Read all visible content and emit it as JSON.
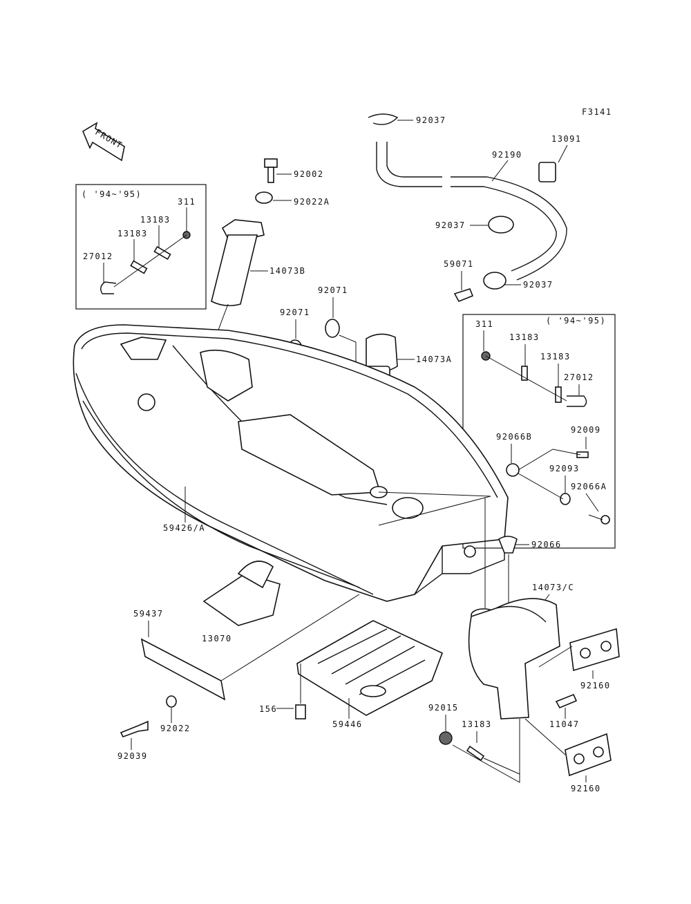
{
  "figure_code": "F3141",
  "front_label": "FRONT",
  "inset_left_years": "( '94~'95)",
  "inset_right_years": "( '94~'95)",
  "labels": {
    "p92037_top": "92037",
    "p92190": "92190",
    "p13091": "13091",
    "p92002": "92002",
    "p92022A": "92022A",
    "p92037_mid": "92037",
    "p92037_low": "92037",
    "p59071": "59071",
    "p311_left": "311",
    "p13183_left_a": "13183",
    "p13183_left_b": "13183",
    "p27012_left": "27012",
    "p14073B": "14073B",
    "p92071_a": "92071",
    "p92071_b": "92071",
    "p14073A": "14073A",
    "p311_right": "311",
    "p13183_right_a": "13183",
    "p13183_right_b": "13183",
    "p27012_right": "27012",
    "p92066B": "92066B",
    "p92009": "92009",
    "p92093": "92093",
    "p92066A": "92066A",
    "p59426A": "59426/A",
    "p92066": "92066",
    "p14073C": "14073/C",
    "p59437": "59437",
    "p13070": "13070",
    "p92160_a": "92160",
    "p11047": "11047",
    "p156": "156",
    "p59446": "59446",
    "p92015": "92015",
    "p13183_bottom": "13183",
    "p92022": "92022",
    "p92039": "92039",
    "p92160_b": "92160"
  }
}
